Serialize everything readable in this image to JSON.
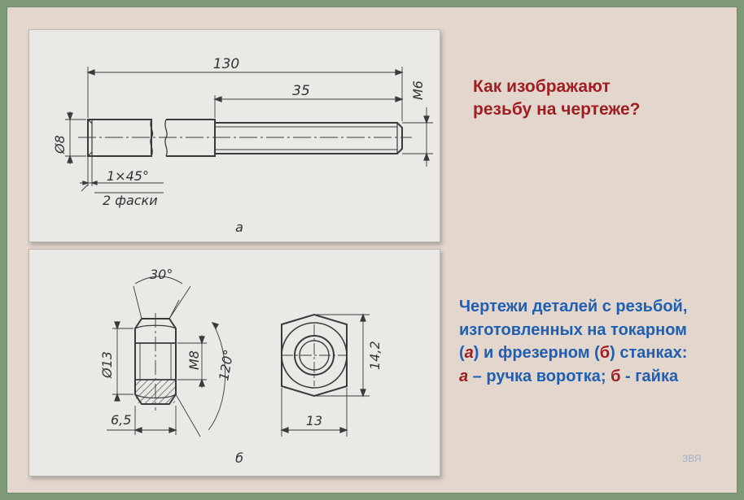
{
  "title": {
    "line1": "Как изображают",
    "line2": "резьбу на чертеже?"
  },
  "caption": {
    "line1": "Чертежи деталей с резьбой,",
    "line2": "изготовленных на токарном",
    "line3_open": "(",
    "line3_a": "а",
    "line3_mid": ") и фрезерном (",
    "line3_b": "б",
    "line3_end": ") станках:",
    "line4_a": "а",
    "line4_a_text": " – ручка воротка; ",
    "line4_b": "б",
    "line4_b_text": " - гайка"
  },
  "signature": "ЗВЯ",
  "drawing_a": {
    "dim_total": "130",
    "dim_thread_len": "35",
    "dim_thread": "М6",
    "dim_diameter": "Ø8",
    "chamfer": "1×45°",
    "chamfer_note": "2 фаски",
    "label": "а"
  },
  "drawing_b": {
    "angle_chamfer": "30°",
    "angle_hex": "120°",
    "dim_thread": "М8",
    "dim_diameter": "Ø13",
    "dim_height": "6,5",
    "dim_flats": "13",
    "dim_corners": "14,2",
    "label": "б"
  },
  "colors": {
    "background": "#e3d6cd",
    "frame": "#7f9a77",
    "title_red": "#a01d22",
    "caption_blue": "#1f5fb3"
  }
}
